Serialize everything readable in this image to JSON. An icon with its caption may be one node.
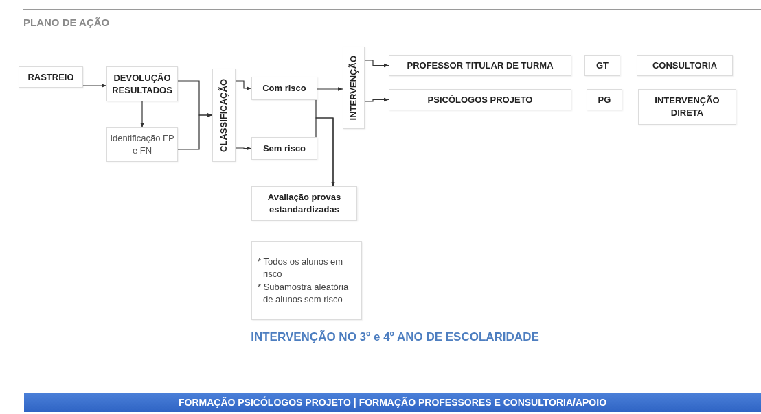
{
  "diagram": {
    "title": "PLANO DE AÇÃO",
    "nodes": [
      {
        "text": [
          "RASTREIO"
        ]
      },
      {
        "text": [
          "DEVOLUÇÃO RESULTADOS"
        ]
      },
      {
        "text": [
          "Identificação FP e FN"
        ]
      },
      {
        "text": [
          "CLASSIFICAÇÃO"
        ]
      },
      {
        "text": [
          "Com risco"
        ]
      },
      {
        "text": [
          "Sem risco"
        ]
      },
      {
        "text": [
          "INTERVENÇÃO"
        ]
      },
      {
        "text": [
          "PROFESSOR TITULAR DE TURMA"
        ]
      },
      {
        "text": [
          "GT"
        ]
      },
      {
        "text": [
          "CONSULTORIA"
        ]
      },
      {
        "text": [
          "PSICÓLOGOS PROJETO"
        ]
      },
      {
        "text": [
          "PG"
        ]
      },
      {
        "text": [
          "INTERVENÇÃO DIRETA"
        ]
      },
      {
        "text": [
          "Avaliação provas estandardizadas"
        ]
      },
      {
        "text": [
          "* Todos os alunos em risco",
          "* Subamostra aleatória de alunos sem risco"
        ]
      },
      {
        "text": [
          "FORMAÇÃO PSICÓLOGOS PROJETO | FORMAÇÃO PROFESSORES E CONSULTORIA/APOIO"
        ]
      }
    ],
    "edges": [
      {
        "from": 0,
        "to": 1,
        "arrow": "to"
      },
      {
        "from": 1,
        "to": 2,
        "arrow": "to"
      },
      {
        "from": 1,
        "to": 3,
        "arrow": "to"
      },
      {
        "from": 2,
        "to": 3,
        "arrow": "to"
      },
      {
        "from": 3,
        "to": 4,
        "arrow": "to"
      },
      {
        "from": 3,
        "to": 5,
        "arrow": "to"
      },
      {
        "from": 4,
        "to": 6,
        "arrow": "to"
      },
      {
        "from": 4,
        "to": 13,
        "arrow": "to"
      },
      {
        "from": 5,
        "to": 13,
        "arrow": "to"
      },
      {
        "from": 6,
        "to": 7,
        "arrow": "to"
      },
      {
        "from": 6,
        "to": 10,
        "arrow": "to"
      }
    ],
    "labels": [
      "INTERVENÇÃO NO 3º e 4º ANO DE ESCOLARIDADE"
    ]
  }
}
